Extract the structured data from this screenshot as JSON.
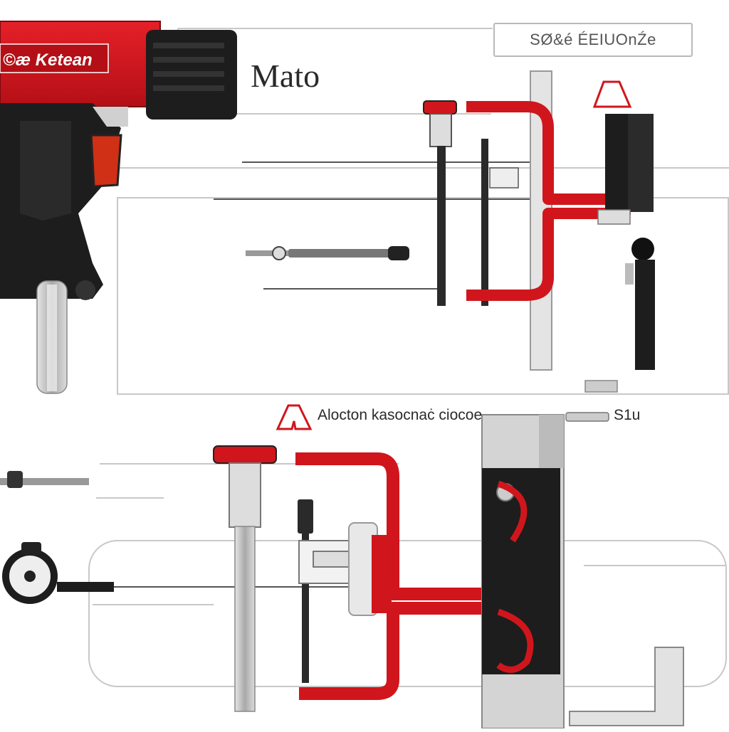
{
  "diagram": {
    "title": "Mato",
    "badge_text": "SØ&é ÉEIUOnŹe",
    "drill_brand": "©æ Ketean",
    "section_label": "Alocton kasocnaċ ciocoe",
    "corner_label": "S1u"
  },
  "colors": {
    "accent_red": "#d0161c",
    "dark": "#1d1d1d",
    "frame_gray": "#c8c8c8",
    "metal": "#b9b9b9"
  }
}
